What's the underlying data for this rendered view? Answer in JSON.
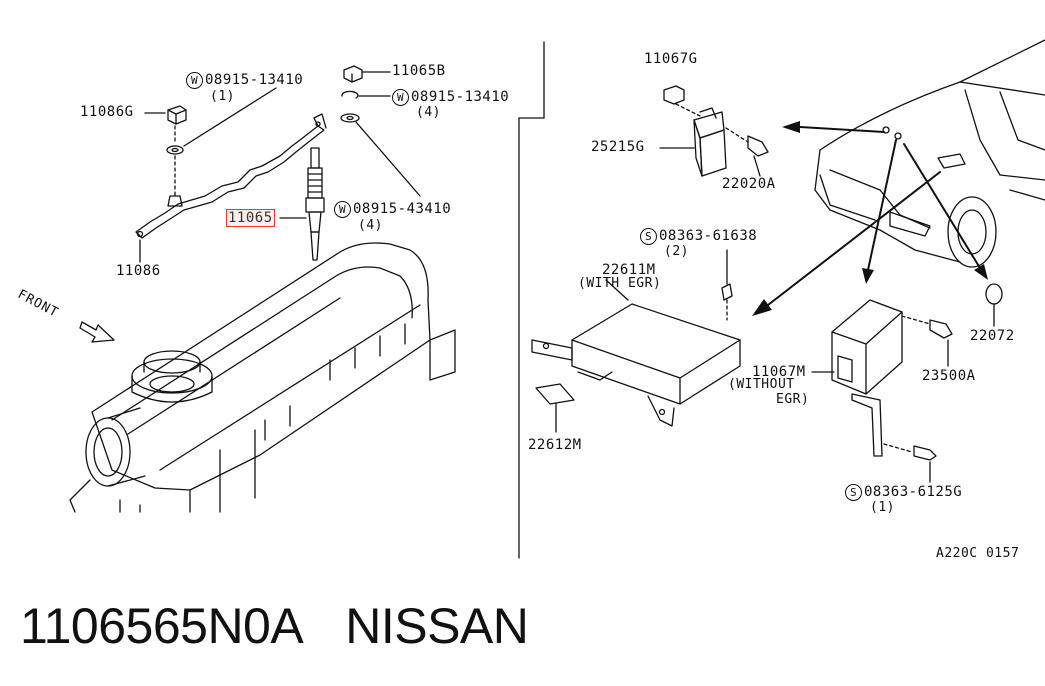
{
  "labels": {
    "p11086G": "11086G",
    "w1_code": "08915-13410",
    "w1_qty": "(1)",
    "p11065B": "11065B",
    "w2_code": "08915-13410",
    "w2_qty": "(4)",
    "p11065": "11065",
    "w3_code": "08915-43410",
    "w3_qty": "(4)",
    "p11086": "11086",
    "front": "FRONT",
    "p11067G": "11067G",
    "p25215G": "25215G",
    "p22020A": "22020A",
    "s1_code": "08363-61638",
    "s1_qty": "(2)",
    "p22611M": "22611M",
    "with_egr": "(WITH EGR)",
    "p22612M": "22612M",
    "p22072": "22072",
    "p11067M": "11067M",
    "without": "(WITHOUT",
    "egr": "EGR)",
    "p23500A": "23500A",
    "s2_code": "08363-6125G",
    "s2_qty": "(1)",
    "ref_code": "A220C 0157",
    "w_symbol": "W",
    "s_symbol": "S"
  },
  "caption": {
    "part_number": "1106565N0A",
    "brand": "NISSAN"
  },
  "highlight_color": "#e53935"
}
